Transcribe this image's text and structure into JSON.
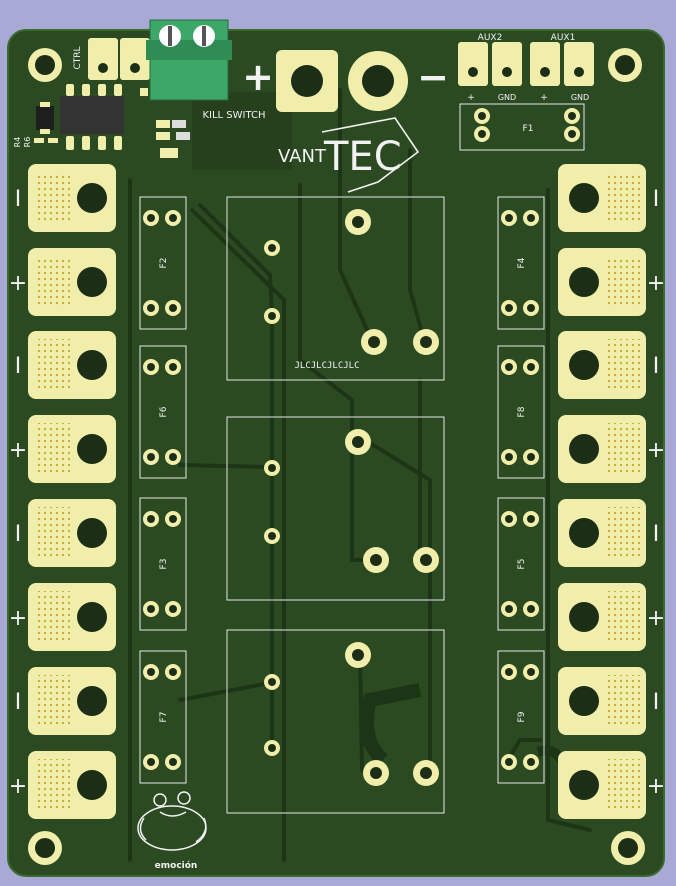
{
  "board": {
    "brand_prefix": "VANT",
    "brand_main": "TEC",
    "kill_switch_label": "KILL SWITCH",
    "ctrl_label": "CTRL",
    "aux2_label": "AUX2",
    "aux1_label": "AUX1",
    "aux_plus_label": "+",
    "aux_gnd_label": "GND",
    "main_plus_label": "+",
    "main_minus_label": "−",
    "manufacturer_mark": "JLCJLCJLCJLC",
    "mascot_caption": "emoción",
    "resistor_labels": [
      "R4",
      "R6"
    ]
  },
  "fuses": {
    "left": [
      "F2",
      "F6",
      "F3",
      "F7"
    ],
    "right": [
      "F4",
      "F8",
      "F5",
      "F9"
    ],
    "top": "F1"
  },
  "pads": {
    "left_polarity": [
      "I",
      "+",
      "I",
      "+",
      "I",
      "+",
      "I",
      "+"
    ],
    "right_polarity": [
      "I",
      "+",
      "I",
      "+",
      "I",
      "+",
      "I",
      "+"
    ]
  },
  "colors": {
    "background": "#a9a9d6",
    "pcb": "#2c4a22",
    "copper_trace": "#1d3517",
    "pad_gold": "#f0eeaa",
    "silk": "#f2f2f2",
    "connector_green": "#3ca766"
  }
}
